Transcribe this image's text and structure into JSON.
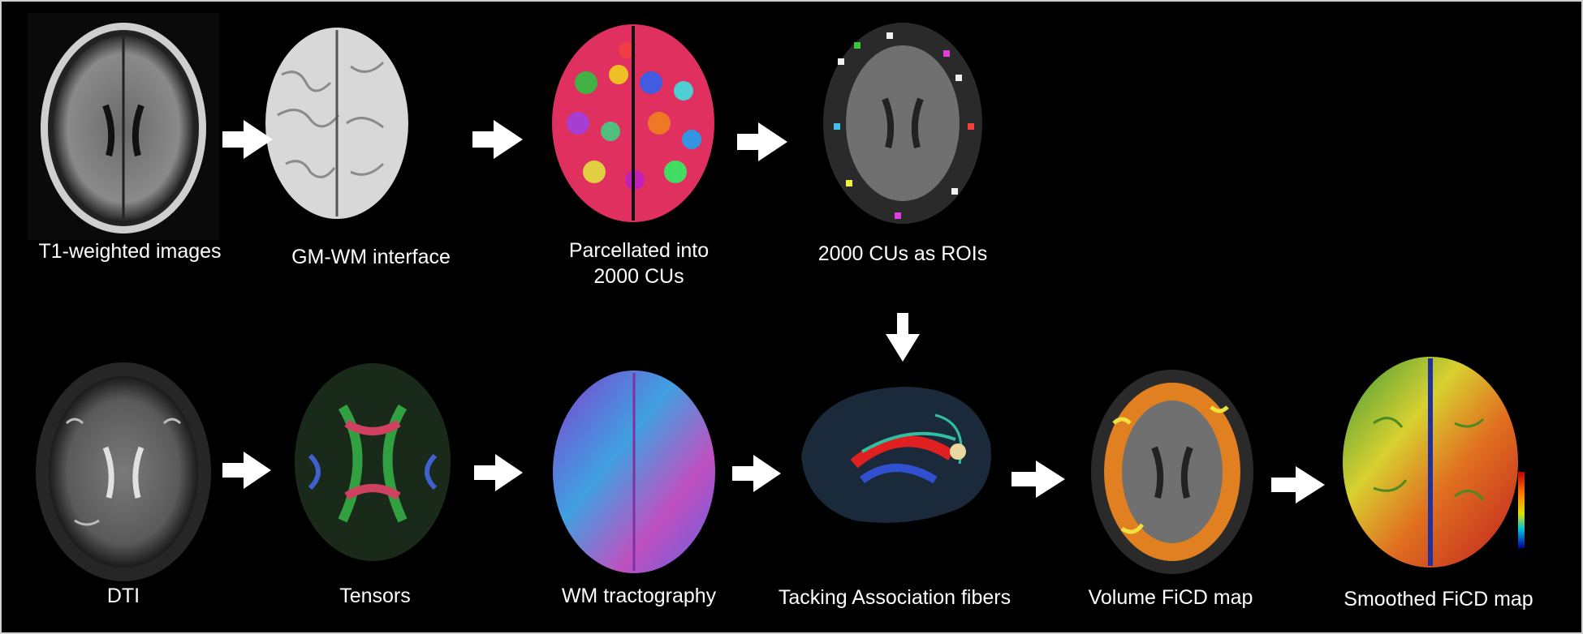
{
  "top_row": [
    {
      "id": "t1",
      "label": "T1-weighted images"
    },
    {
      "id": "gmwm",
      "label": "GM-WM interface"
    },
    {
      "id": "parcel",
      "label_line1": "Parcellated into",
      "label_line2": "2000 CUs"
    },
    {
      "id": "rois",
      "label": "2000 CUs as ROIs"
    }
  ],
  "bottom_row": [
    {
      "id": "dti",
      "label": "DTI"
    },
    {
      "id": "tensors",
      "label": "Tensors"
    },
    {
      "id": "tract",
      "label": "WM tractography"
    },
    {
      "id": "assoc",
      "label": "Tacking Association fibers"
    },
    {
      "id": "volume",
      "label": "Volume FiCD map"
    },
    {
      "id": "smoothed",
      "label": "Smoothed FiCD  map"
    }
  ],
  "colors": {
    "background": "#000000",
    "arrow": "#ffffff",
    "text": "#ffffff"
  }
}
